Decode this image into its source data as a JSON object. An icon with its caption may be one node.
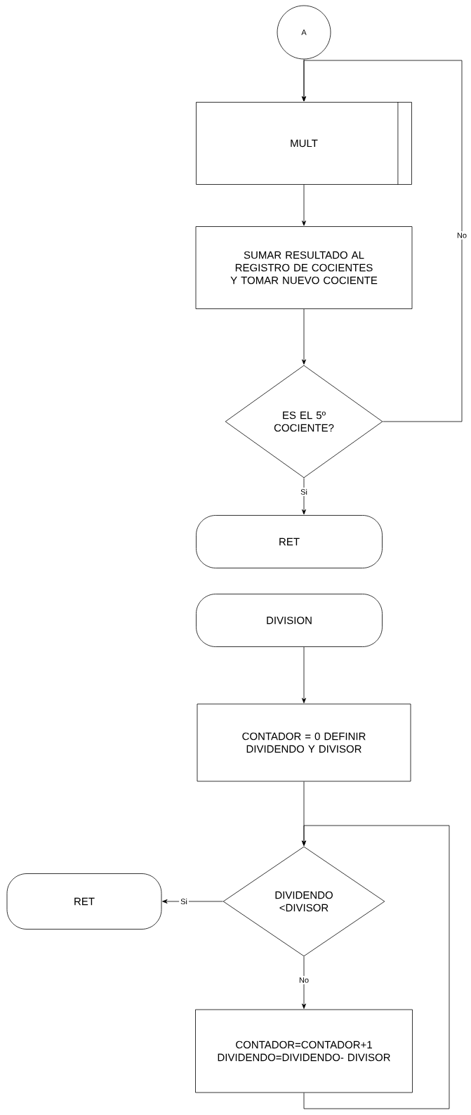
{
  "diagram": {
    "nodes": [
      {
        "text": [
          "A"
        ]
      },
      {
        "text": [
          "MULT"
        ]
      },
      {
        "text": [
          "SUMAR RESULTADO AL REGISTRO DE COCIENTES Y TOMAR NUEVO COCIENTE"
        ]
      },
      {
        "text": [
          "ES EL 5º COCIENTE?"
        ]
      },
      {
        "text": [
          "RET"
        ]
      },
      {
        "text": [
          "DIVISION"
        ]
      },
      {
        "text": [
          "CONTADOR = 0 DEFINIR DIVIDENDO Y DIVISOR"
        ]
      },
      {
        "text": [
          "DIVIDENDO <DIVISOR"
        ]
      },
      {
        "text": [
          "RET"
        ]
      },
      {
        "text": [
          "CONTADOR=CONTADOR+1 DIVIDENDO=DIVIDENDO- DIVISOR"
        ]
      }
    ],
    "edges": [
      {
        "from": 0,
        "to": 1,
        "arrow": "to"
      },
      {
        "from": 1,
        "to": 2,
        "arrow": "to"
      },
      {
        "from": 2,
        "to": 3,
        "arrow": "to"
      },
      {
        "from": 3,
        "to": 1,
        "arrow": "to",
        "label": "No"
      },
      {
        "from": 3,
        "to": 4,
        "arrow": "to",
        "label": "Si"
      },
      {
        "from": 5,
        "to": 6,
        "arrow": "to"
      },
      {
        "from": 6,
        "to": 7,
        "arrow": "to"
      },
      {
        "from": 7,
        "to": 8,
        "arrow": "to",
        "label": "Si"
      },
      {
        "from": 7,
        "to": 9,
        "arrow": "to",
        "label": "No"
      },
      {
        "from": 9,
        "to": 7,
        "arrow": "to"
      }
    ]
  }
}
